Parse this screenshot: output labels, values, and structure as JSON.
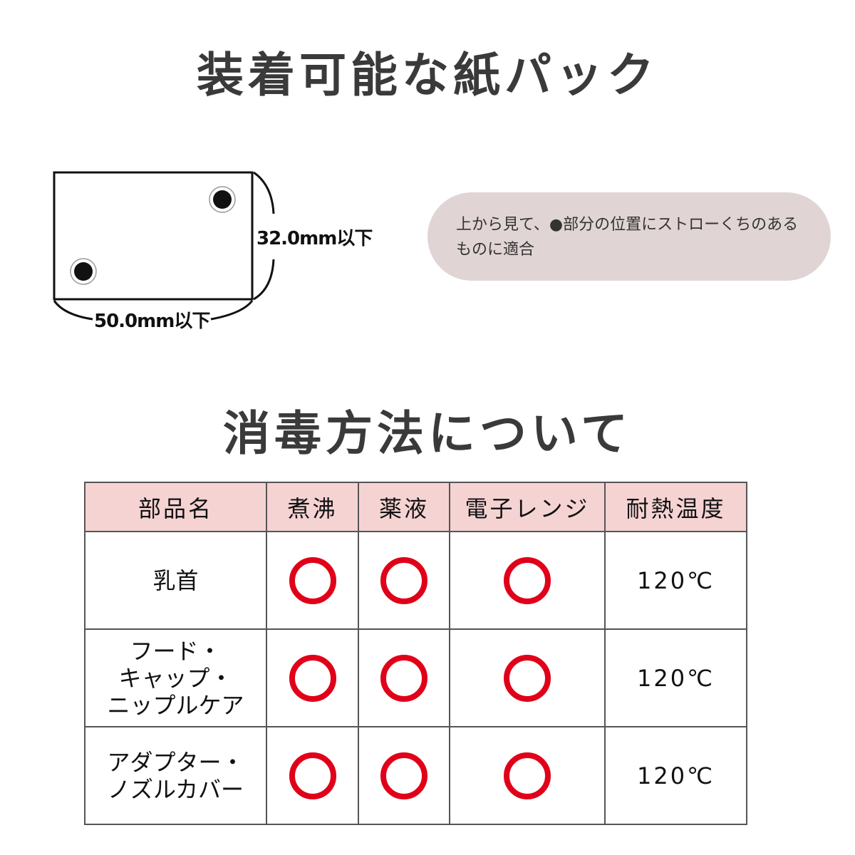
{
  "sections": {
    "pack_title": "装着可能な紙パック",
    "sterilize_title": "消毒方法について"
  },
  "diagram": {
    "height_label": "32.0mm以下",
    "width_label": "50.0mm以下",
    "note": "上から見て、●部分の位置にストローくちのあるものに適合"
  },
  "table": {
    "headers": [
      "部品名",
      "煮沸",
      "薬液",
      "電子レンジ",
      "耐熱温度"
    ],
    "rows": [
      {
        "part": "乳首",
        "boil": "○",
        "chemical": "○",
        "microwave": "○",
        "temp": "120℃"
      },
      {
        "part": "フード・\nキャップ・\nニップルケア",
        "boil": "○",
        "chemical": "○",
        "microwave": "○",
        "temp": "120℃"
      },
      {
        "part": "アダプター・\nノズルカバー",
        "boil": "○",
        "chemical": "○",
        "microwave": "○",
        "temp": "120℃"
      }
    ]
  },
  "colors": {
    "header_bg": "#f6d3d3",
    "circle": "#e00019",
    "pill_bg": "#e1d4d4"
  }
}
